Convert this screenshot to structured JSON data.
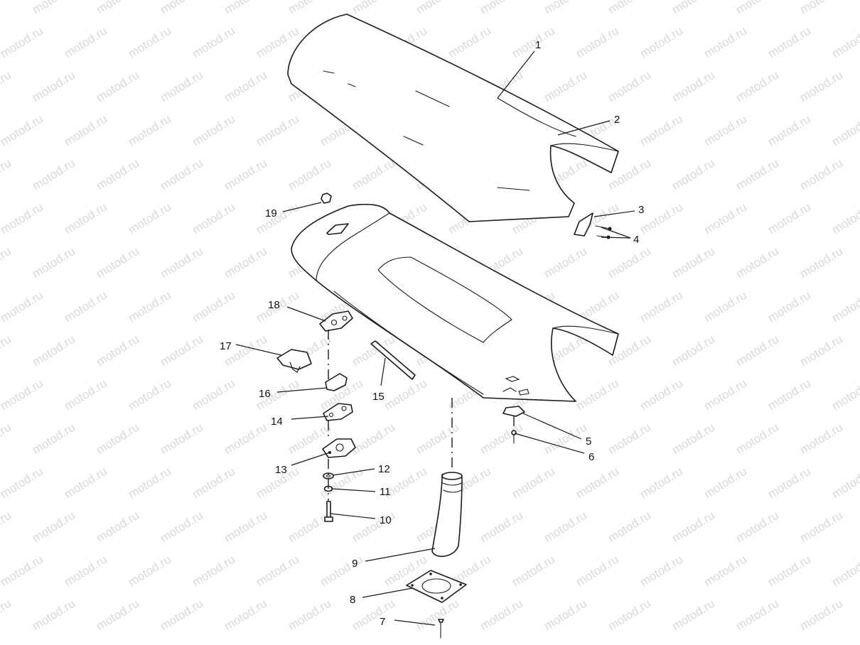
{
  "watermark": "motod.ru",
  "callouts": [
    {
      "id": "1",
      "label": "1"
    },
    {
      "id": "2",
      "label": "2"
    },
    {
      "id": "3",
      "label": "3"
    },
    {
      "id": "4",
      "label": "4"
    },
    {
      "id": "5",
      "label": "5"
    },
    {
      "id": "6",
      "label": "6"
    },
    {
      "id": "7",
      "label": "7"
    },
    {
      "id": "8",
      "label": "8"
    },
    {
      "id": "9",
      "label": "9"
    },
    {
      "id": "10",
      "label": "10"
    },
    {
      "id": "11",
      "label": "11"
    },
    {
      "id": "12",
      "label": "12"
    },
    {
      "id": "13",
      "label": "13"
    },
    {
      "id": "14",
      "label": "14"
    },
    {
      "id": "15",
      "label": "15"
    },
    {
      "id": "16",
      "label": "16"
    },
    {
      "id": "17",
      "label": "17"
    },
    {
      "id": "18",
      "label": "18"
    },
    {
      "id": "19",
      "label": "19"
    }
  ],
  "colors": {
    "line": "#1a1a1a",
    "watermark": "#d9d9d9",
    "background": "#ffffff"
  }
}
